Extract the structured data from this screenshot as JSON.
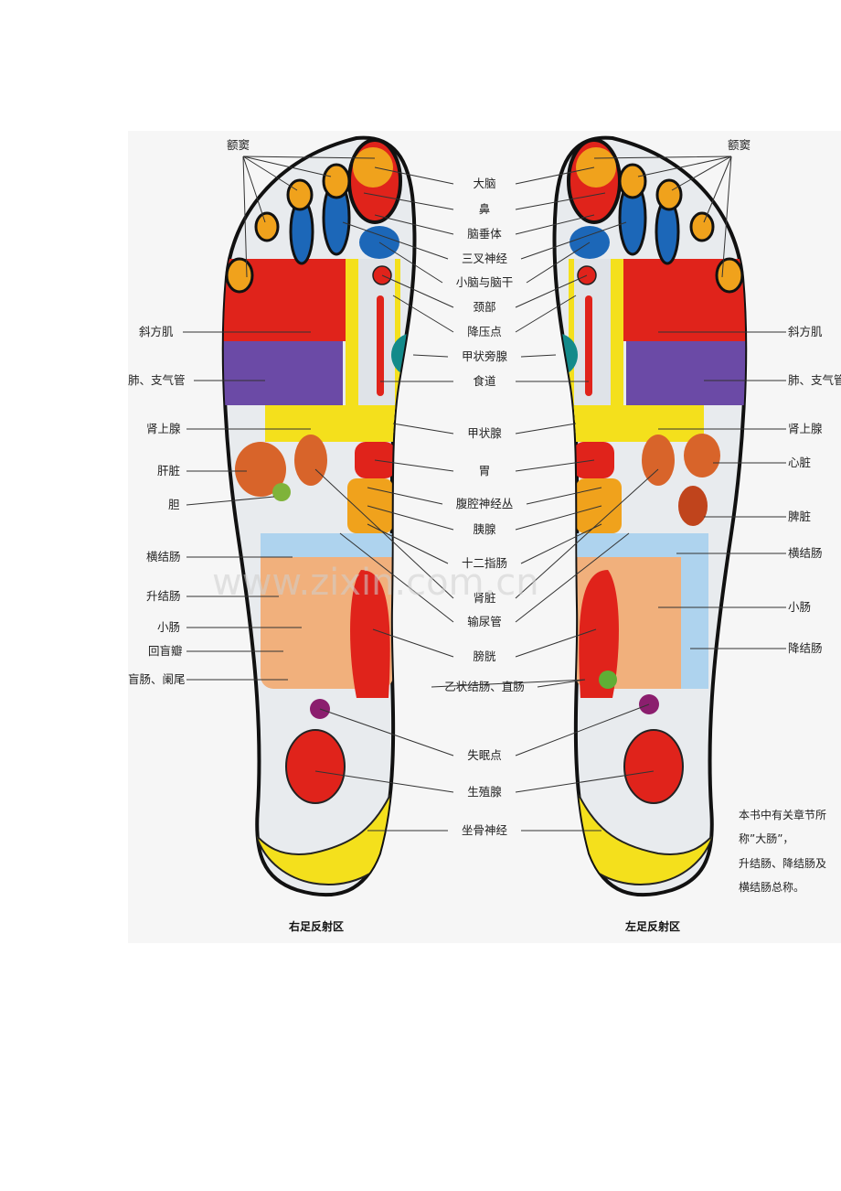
{
  "watermark": "www.zixin.com.cn",
  "captions": {
    "right_foot": "右足反射区",
    "left_foot": "左足反射区"
  },
  "center_labels": [
    "大脑",
    "鼻",
    "脑垂体",
    "三叉神经",
    "小脑与脑干",
    "颈部",
    "降压点",
    "甲状旁腺",
    "食道",
    "甲状腺",
    "胃",
    "腹腔神经丛",
    "胰腺",
    "十二指肠",
    "肾脏",
    "输尿管",
    "膀胱",
    "乙状结肠、直肠",
    "失眠点",
    "生殖腺",
    "坐骨神经"
  ],
  "right_side_labels": {
    "sinus": "额窦",
    "trapezius": "斜方肌",
    "lung": "肺、支气管",
    "adrenal": "肾上腺",
    "liver": "肝脏",
    "gallbladder": "胆",
    "transverse_colon": "横结肠",
    "ascending_colon": "升结肠",
    "small_intestine": "小肠",
    "ileocecal_valve": "回盲瓣",
    "cecum_appendix": "盲肠、阑尾"
  },
  "left_side_labels": {
    "sinus": "额窦",
    "trapezius": "斜方肌",
    "lung": "肺、支气管",
    "adrenal": "肾上腺",
    "heart": "心脏",
    "spleen": "脾脏",
    "transverse_colon": "横结肠",
    "small_intestine": "小肠",
    "descending_colon": "降结肠"
  },
  "note_lines": [
    "本书中有关章节所",
    "称”大肠”，",
    "升结肠、降结肠及",
    "横结肠总称。"
  ],
  "colors": {
    "red": "#e0231b",
    "yellow": "#f4e01c",
    "orange": "#f0a21c",
    "blue": "#1c67b8",
    "purple": "#6b4aa6",
    "teal": "#138a8a",
    "green": "#5fae35",
    "magenta": "#8b1e6e"
  }
}
